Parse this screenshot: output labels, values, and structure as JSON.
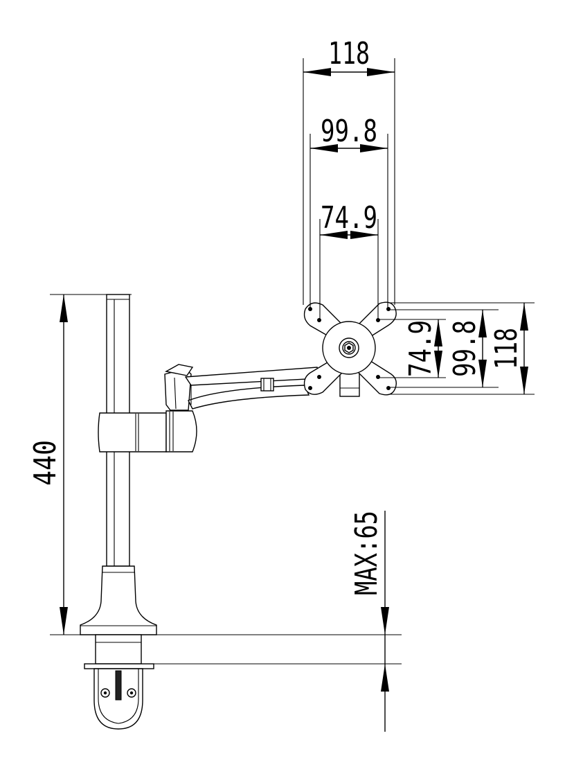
{
  "dimensions": {
    "pole_height": "440",
    "vesa_horizontal_large": "118",
    "vesa_horizontal_mid": "99.8",
    "vesa_horizontal_small": "74.9",
    "vesa_vertical_small": "74.9",
    "vesa_vertical_mid": "99.8",
    "vesa_vertical_large": "118",
    "desk_clamp_max": "MAX:65"
  },
  "colors": {
    "line": "#000000",
    "background": "#ffffff"
  }
}
